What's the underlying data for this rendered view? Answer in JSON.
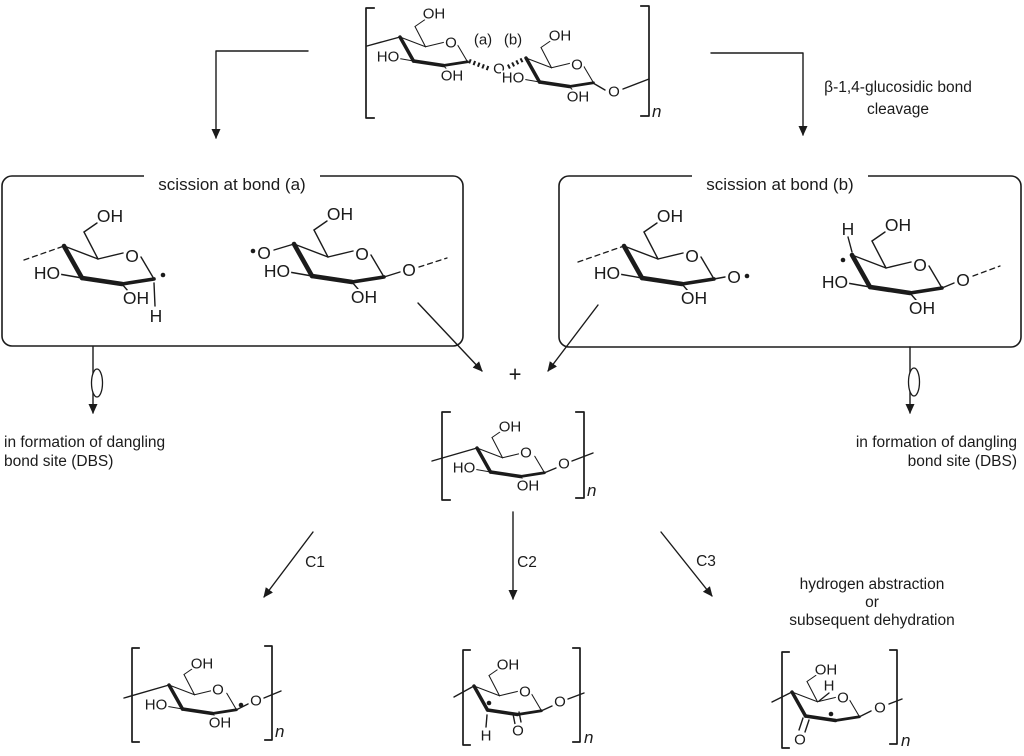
{
  "colors": {
    "ink": "#1b1b1b",
    "background": "#ffffff"
  },
  "atoms": {
    "oh": "OH",
    "ho": "HO",
    "o": "O",
    "h": "H",
    "n": "n"
  },
  "top_structure": {
    "bond_a_label": "(a)",
    "bond_b_label": "(b)"
  },
  "branch_right": {
    "label_line1": "β-1,4-glucosidic bond",
    "label_line2": "cleavage"
  },
  "box_a": {
    "title": "scission at bond (a)"
  },
  "box_b": {
    "title": "scission at bond (b)"
  },
  "combine": {
    "plus": "+"
  },
  "dbs_left": {
    "line1": "in formation of dangling",
    "line2": "bond site (DBS)"
  },
  "dbs_right": {
    "line1": "in formation of dangling",
    "line2": "bond site (DBS)"
  },
  "channels": {
    "c1": "C1",
    "c2": "C2",
    "c3": "C3"
  },
  "c3_note": {
    "line1": "hydrogen abstraction",
    "line2": "or",
    "line3": "subsequent dehydration"
  }
}
